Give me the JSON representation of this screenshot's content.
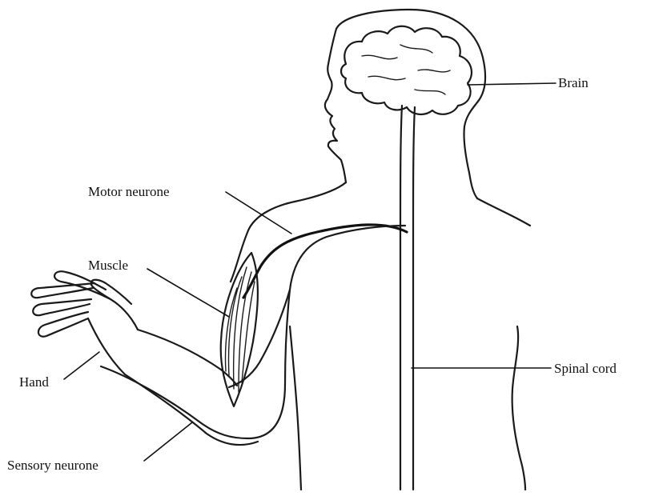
{
  "diagram": {
    "labels": {
      "brain": "Brain",
      "motor_neurone": "Motor neurone",
      "muscle": "Muscle",
      "hand": "Hand",
      "spinal_cord": "Spinal cord",
      "sensory_neurone": "Sensory neurone"
    }
  }
}
